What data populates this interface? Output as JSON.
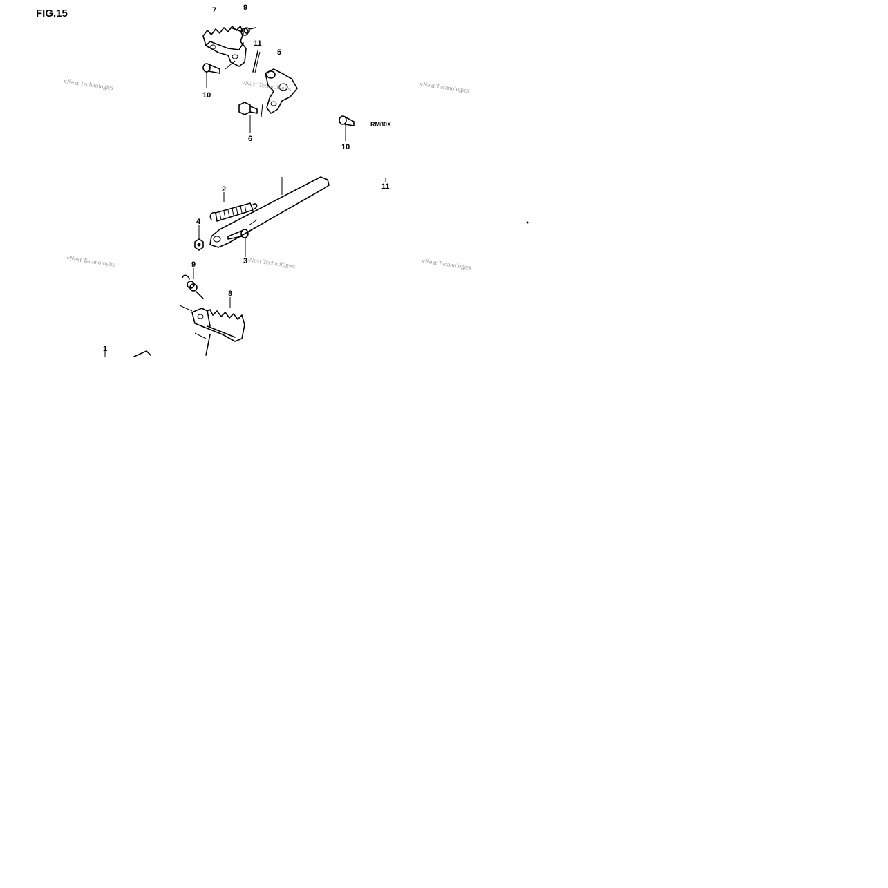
{
  "figure": {
    "title": "FIG.15",
    "model_code": "RM80X"
  },
  "watermark": {
    "text": "vNext Technologies"
  },
  "callouts": {
    "c7": "7",
    "c9_top": "9",
    "c11_top": "11",
    "c5": "5",
    "c10_left": "10",
    "c6": "6",
    "c10_right": "10",
    "c11_right": "11",
    "c2": "2",
    "c4": "4",
    "c3": "3",
    "c9_lower": "9",
    "c8": "8",
    "c1": "1"
  }
}
